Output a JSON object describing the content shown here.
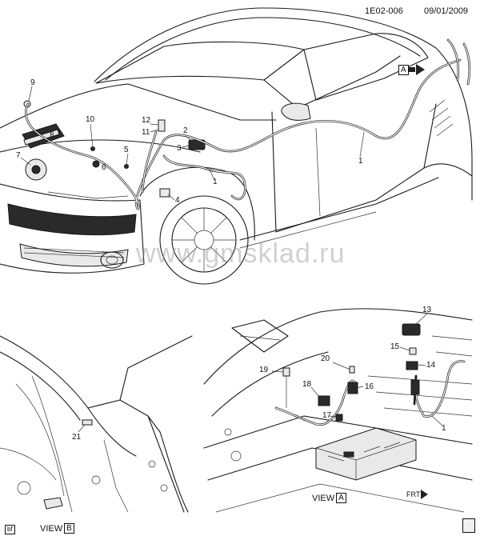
{
  "header": {
    "diagram_code": "1E02-006",
    "date": "09/01/2009"
  },
  "watermark": "www.gmsklad.ru",
  "callouts": [
    {
      "id": "c1a",
      "label": "1"
    },
    {
      "id": "c1b",
      "label": "1"
    },
    {
      "id": "c1c",
      "label": "1"
    },
    {
      "id": "c2",
      "label": "2"
    },
    {
      "id": "c3",
      "label": "3"
    },
    {
      "id": "c4",
      "label": "4"
    },
    {
      "id": "c5",
      "label": "5"
    },
    {
      "id": "c6",
      "label": "6"
    },
    {
      "id": "c7",
      "label": "7"
    },
    {
      "id": "c8",
      "label": "8"
    },
    {
      "id": "c9",
      "label": "9"
    },
    {
      "id": "c10",
      "label": "10"
    },
    {
      "id": "c11",
      "label": "11"
    },
    {
      "id": "c12",
      "label": "12"
    },
    {
      "id": "c13",
      "label": "13"
    },
    {
      "id": "c14",
      "label": "14"
    },
    {
      "id": "c15",
      "label": "15"
    },
    {
      "id": "c16",
      "label": "16"
    },
    {
      "id": "c17",
      "label": "17"
    },
    {
      "id": "c18",
      "label": "18"
    },
    {
      "id": "c19",
      "label": "19"
    },
    {
      "id": "c20",
      "label": "20"
    },
    {
      "id": "c21",
      "label": "21"
    }
  ],
  "view_ref_a": "A",
  "view_ref_b": "B",
  "view_a": {
    "prefix": "VIEW",
    "letter": "A"
  },
  "view_b": {
    "prefix": "VIEW",
    "letter": "B"
  },
  "frt_label": "FRT",
  "corner_tag": "bf"
}
